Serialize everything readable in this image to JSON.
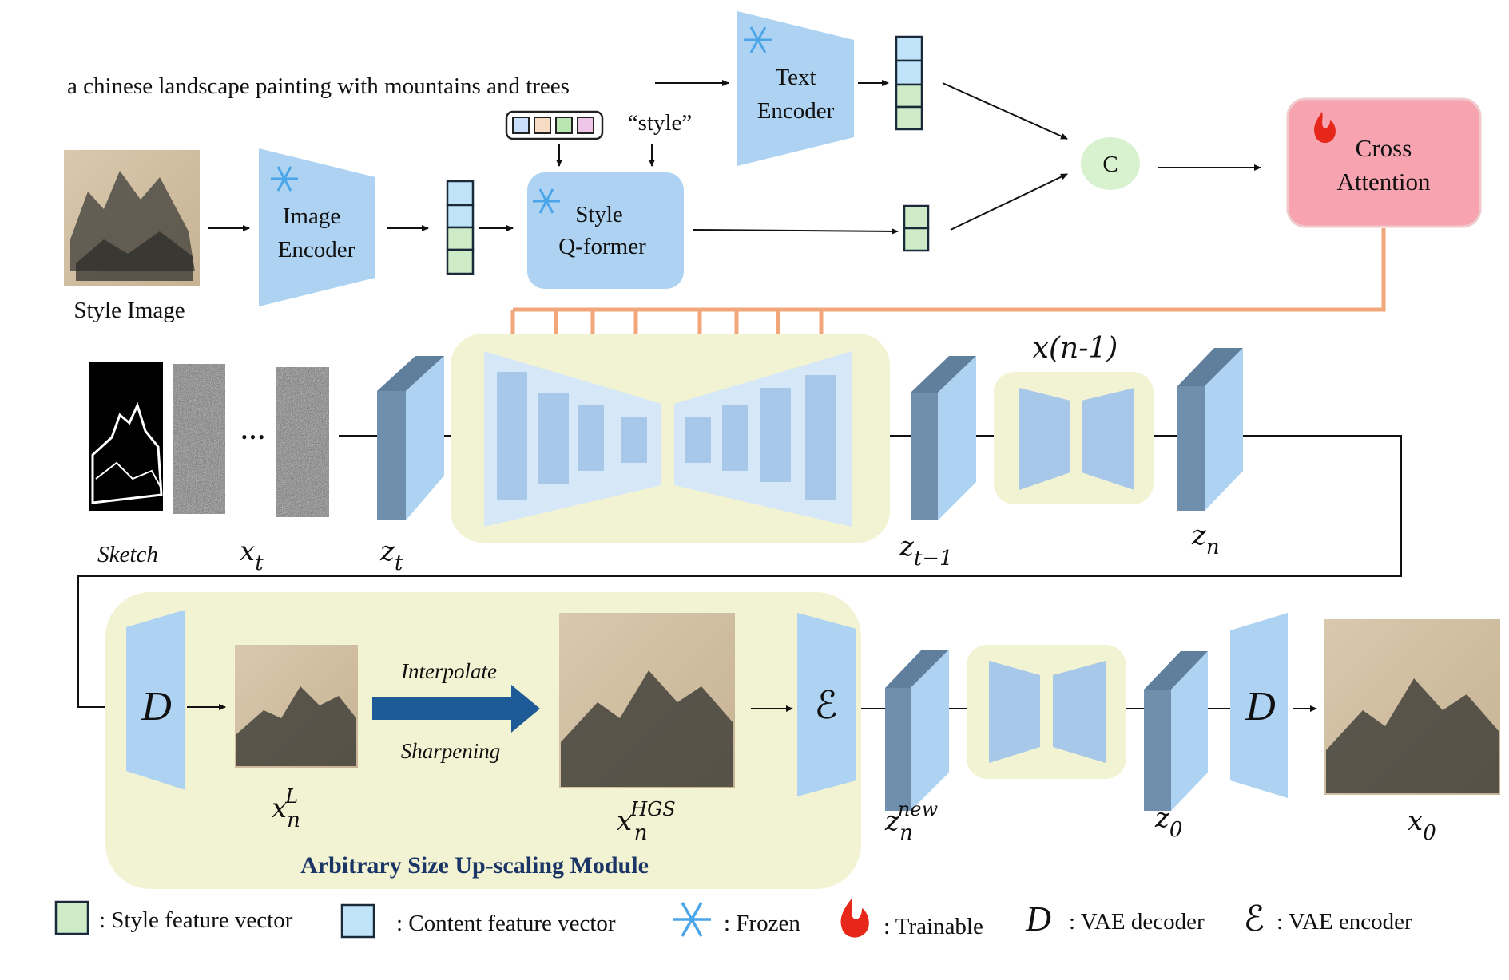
{
  "prompt_text": "a chinese landscape painting with mountains and trees",
  "style_word": "“style”",
  "blocks": {
    "text_encoder": [
      "Text",
      "Encoder"
    ],
    "image_encoder": [
      "Image",
      "Encoder"
    ],
    "style_qformer": [
      "Style",
      "Q-former"
    ],
    "cross_attention": [
      "Cross",
      "Attention"
    ],
    "concat": "C"
  },
  "labels": {
    "style_image": "Style Image",
    "sketch": "Sketch",
    "x_t": "x",
    "x_t_sub": "t",
    "z_t": "z",
    "z_t_sub": "t",
    "z_t1": "z",
    "z_t1_sub": "t−1",
    "x_n1": "x(n-1)",
    "z_n": "z",
    "z_n_sub": "n",
    "x_nL": "x",
    "x_nL_sup": "L",
    "x_nL_sub": "n",
    "x_nHGS": "x",
    "x_nHGS_sup": "HGS",
    "x_nHGS_sub": "n",
    "z_new": "z",
    "z_new_sup": "new",
    "z_new_sub": "n",
    "z_0": "z",
    "z_0_sub": "0",
    "x_0": "x",
    "x_0_sub": "0",
    "interpolate": "Interpolate",
    "sharpening": "Sharpening",
    "module_title": "Arbitrary Size Up-scaling Module",
    "decoder_symbol": "D",
    "encoder_symbol": "ℰ",
    "ellipsis": "•••"
  },
  "legend": {
    "style_vector": ": Style feature vector",
    "content_vector": ": Content feature vector",
    "frozen": ": Frozen",
    "trainable": ": Trainable",
    "vae_decoder": ": VAE decoder",
    "vae_encoder": ": VAE encoder"
  },
  "colors": {
    "block_blue": "#aed3f2",
    "dark_slab": "#6f8fad",
    "yellow_panel": "#f2f3d3",
    "cross_attention": "#f7a3b0",
    "concat_green": "#d8f2cf",
    "style_vector": "#cdebc6",
    "content_vector": "#bfe3f8",
    "arrow_orange": "#f2a77b",
    "big_arrow": "#1d5a96",
    "module_title": "#1a3566"
  }
}
